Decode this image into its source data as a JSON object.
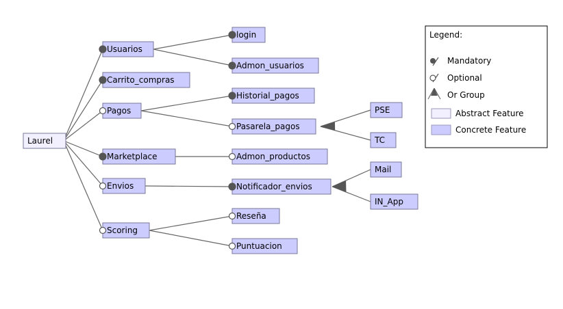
{
  "diagram": {
    "root": {
      "id": "laurel",
      "label": "Laurel",
      "kind": "abstract"
    },
    "features": [
      {
        "id": "usuarios",
        "label": "Usuarios",
        "parent": "laurel",
        "relation": "mandatory"
      },
      {
        "id": "carrito",
        "label": "Carrito_compras",
        "parent": "laurel",
        "relation": "mandatory"
      },
      {
        "id": "pagos",
        "label": "Pagos",
        "parent": "laurel",
        "relation": "optional"
      },
      {
        "id": "marketplace",
        "label": "Marketplace",
        "parent": "laurel",
        "relation": "mandatory"
      },
      {
        "id": "envios",
        "label": "Envios",
        "parent": "laurel",
        "relation": "optional"
      },
      {
        "id": "scoring",
        "label": "Scoring",
        "parent": "laurel",
        "relation": "optional"
      },
      {
        "id": "login",
        "label": "login",
        "parent": "usuarios",
        "relation": "mandatory"
      },
      {
        "id": "admon_usuarios",
        "label": "Admon_usuarios",
        "parent": "usuarios",
        "relation": "mandatory"
      },
      {
        "id": "historial_pagos",
        "label": "Historial_pagos",
        "parent": "pagos",
        "relation": "mandatory"
      },
      {
        "id": "pasarela_pagos",
        "label": "Pasarela_pagos",
        "parent": "pagos",
        "relation": "optional"
      },
      {
        "id": "pse",
        "label": "PSE",
        "parent": "pasarela_pagos",
        "relation": "or"
      },
      {
        "id": "tc",
        "label": "TC",
        "parent": "pasarela_pagos",
        "relation": "or"
      },
      {
        "id": "admon_productos",
        "label": "Admon_productos",
        "parent": "marketplace",
        "relation": "optional"
      },
      {
        "id": "notificador_envios",
        "label": "Notificador_envios",
        "parent": "envios",
        "relation": "mandatory"
      },
      {
        "id": "mail",
        "label": "Mail",
        "parent": "notificador_envios",
        "relation": "or"
      },
      {
        "id": "in_app",
        "label": "IN_App",
        "parent": "notificador_envios",
        "relation": "or"
      },
      {
        "id": "resena",
        "label": "Reseña",
        "parent": "scoring",
        "relation": "optional"
      },
      {
        "id": "puntuacion",
        "label": "Puntuacion",
        "parent": "scoring",
        "relation": "optional"
      }
    ]
  },
  "legend": {
    "title": "Legend:",
    "items": [
      {
        "key": "mandatory",
        "label": "Mandatory"
      },
      {
        "key": "optional",
        "label": "Optional"
      },
      {
        "key": "or_group",
        "label": "Or Group"
      },
      {
        "key": "abstract",
        "label": "Abstract Feature"
      },
      {
        "key": "concrete",
        "label": "Concrete Feature"
      }
    ]
  },
  "colors": {
    "concrete_fill": "#ccccff",
    "abstract_fill": "#f2f0ff",
    "border": "#777799",
    "line": "#666666",
    "mandatory_dot": "#555555",
    "or_triangle": "#555555"
  }
}
